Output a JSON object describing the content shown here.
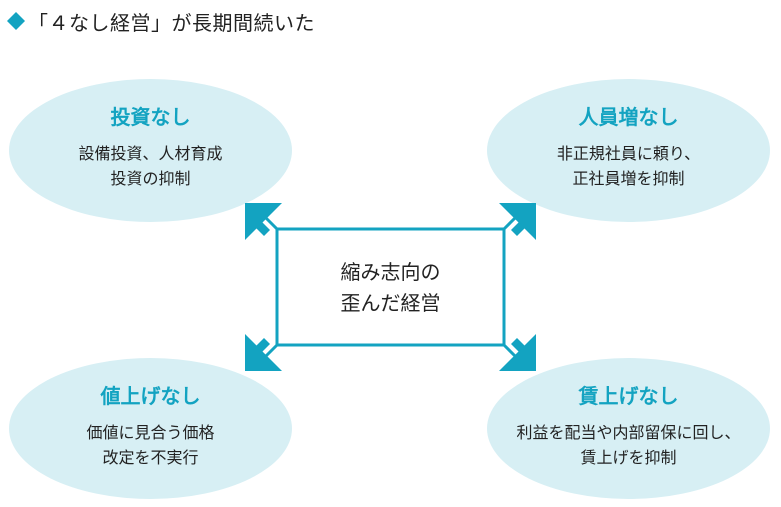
{
  "title": "「４なし経営」が長期間続いた",
  "colors": {
    "accent": "#13a3c1",
    "ellipse_fill": "#d7eff4",
    "text": "#222222"
  },
  "center": {
    "line1": "縮み志向の",
    "line2": "歪んだ経営"
  },
  "nodes": {
    "top_left": {
      "heading": "投資なし",
      "line1": "設備投資、人材育成",
      "line2": "投資の抑制"
    },
    "top_right": {
      "heading": "人員増なし",
      "line1": "非正規社員に頼り、",
      "line2": "正社員増を抑制"
    },
    "bottom_left": {
      "heading": "値上げなし",
      "line1": "価値に見合う価格",
      "line2": "改定を不実行"
    },
    "bottom_right": {
      "heading": "賃上げなし",
      "line1": "利益を配当や内部留保に回し、",
      "line2": "賃上げを抑制"
    }
  }
}
